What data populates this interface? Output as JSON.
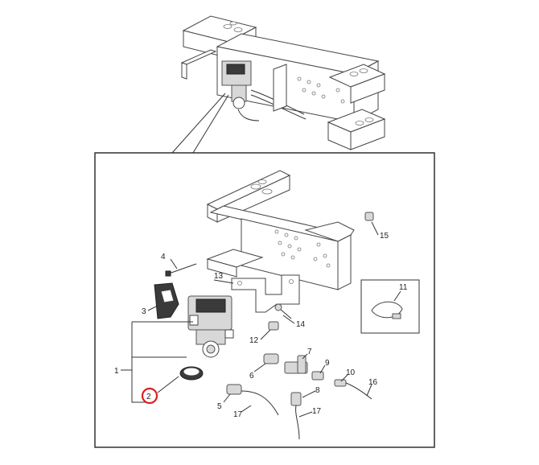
{
  "diagram": {
    "type": "exploded parts diagram",
    "highlight_color": "#d9201e",
    "highlighted_callout": "2",
    "callouts": [
      "1",
      "2",
      "3",
      "4",
      "5",
      "6",
      "7",
      "8",
      "9",
      "10",
      "11",
      "12",
      "13",
      "14",
      "15",
      "16",
      "17",
      "17"
    ]
  }
}
